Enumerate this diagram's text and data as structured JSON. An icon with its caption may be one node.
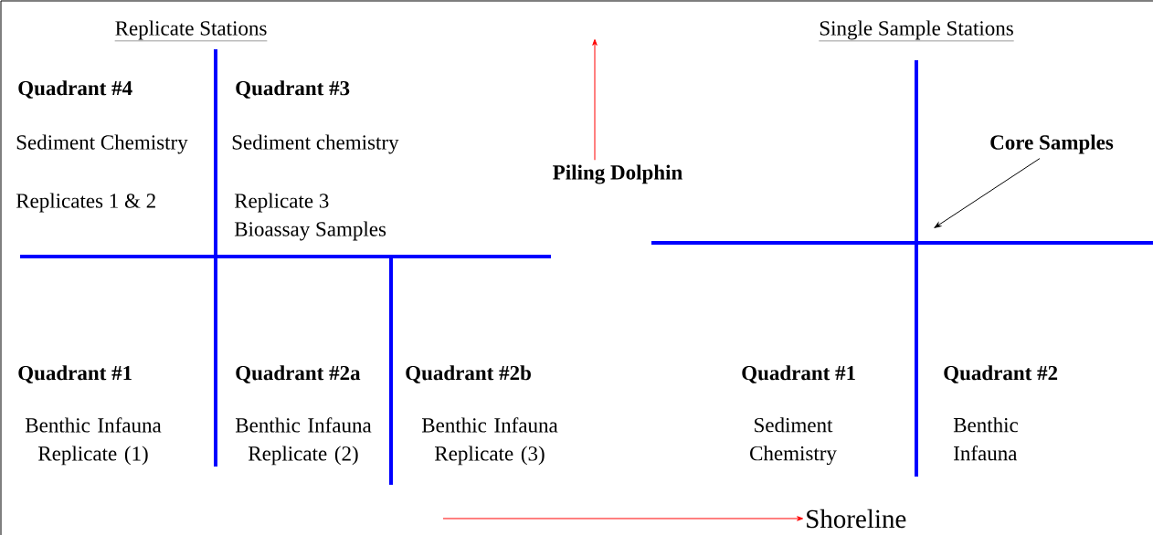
{
  "diagram": {
    "nodes": [
      {
        "text": [
          "Piling Dolphin"
        ]
      },
      {
        "text": [
          "Core Samples"
        ]
      },
      {
        "text": [
          "Shoreline"
        ]
      }
    ],
    "edges": [
      {
        "from": 0,
        "to": null,
        "arrow": "to",
        "color": "#ff0000"
      },
      {
        "from": 1,
        "to": null,
        "arrow": "to",
        "color": "#000000"
      },
      {
        "from": null,
        "to": 2,
        "arrow": "to",
        "color": "#ff0000"
      }
    ],
    "labels": [
      "Replicate Stations",
      "Single Sample Stations",
      "Quadrant #4",
      "Quadrant #3",
      "Sediment Chemistry",
      "Sediment chemistry",
      "Replicates 1 & 2",
      "Replicate 3",
      "Bioassay Samples",
      "Quadrant #1",
      "Quadrant #2a",
      "Quadrant #2b",
      "Quadrant #1",
      "Quadrant #2",
      "Benthic Infauna Replicate (1)",
      "Benthic Infauna Replicate (2)",
      "Benthic Infauna Replicate (3)",
      "Sediment Chemistry",
      "Benthic Infauna"
    ]
  }
}
